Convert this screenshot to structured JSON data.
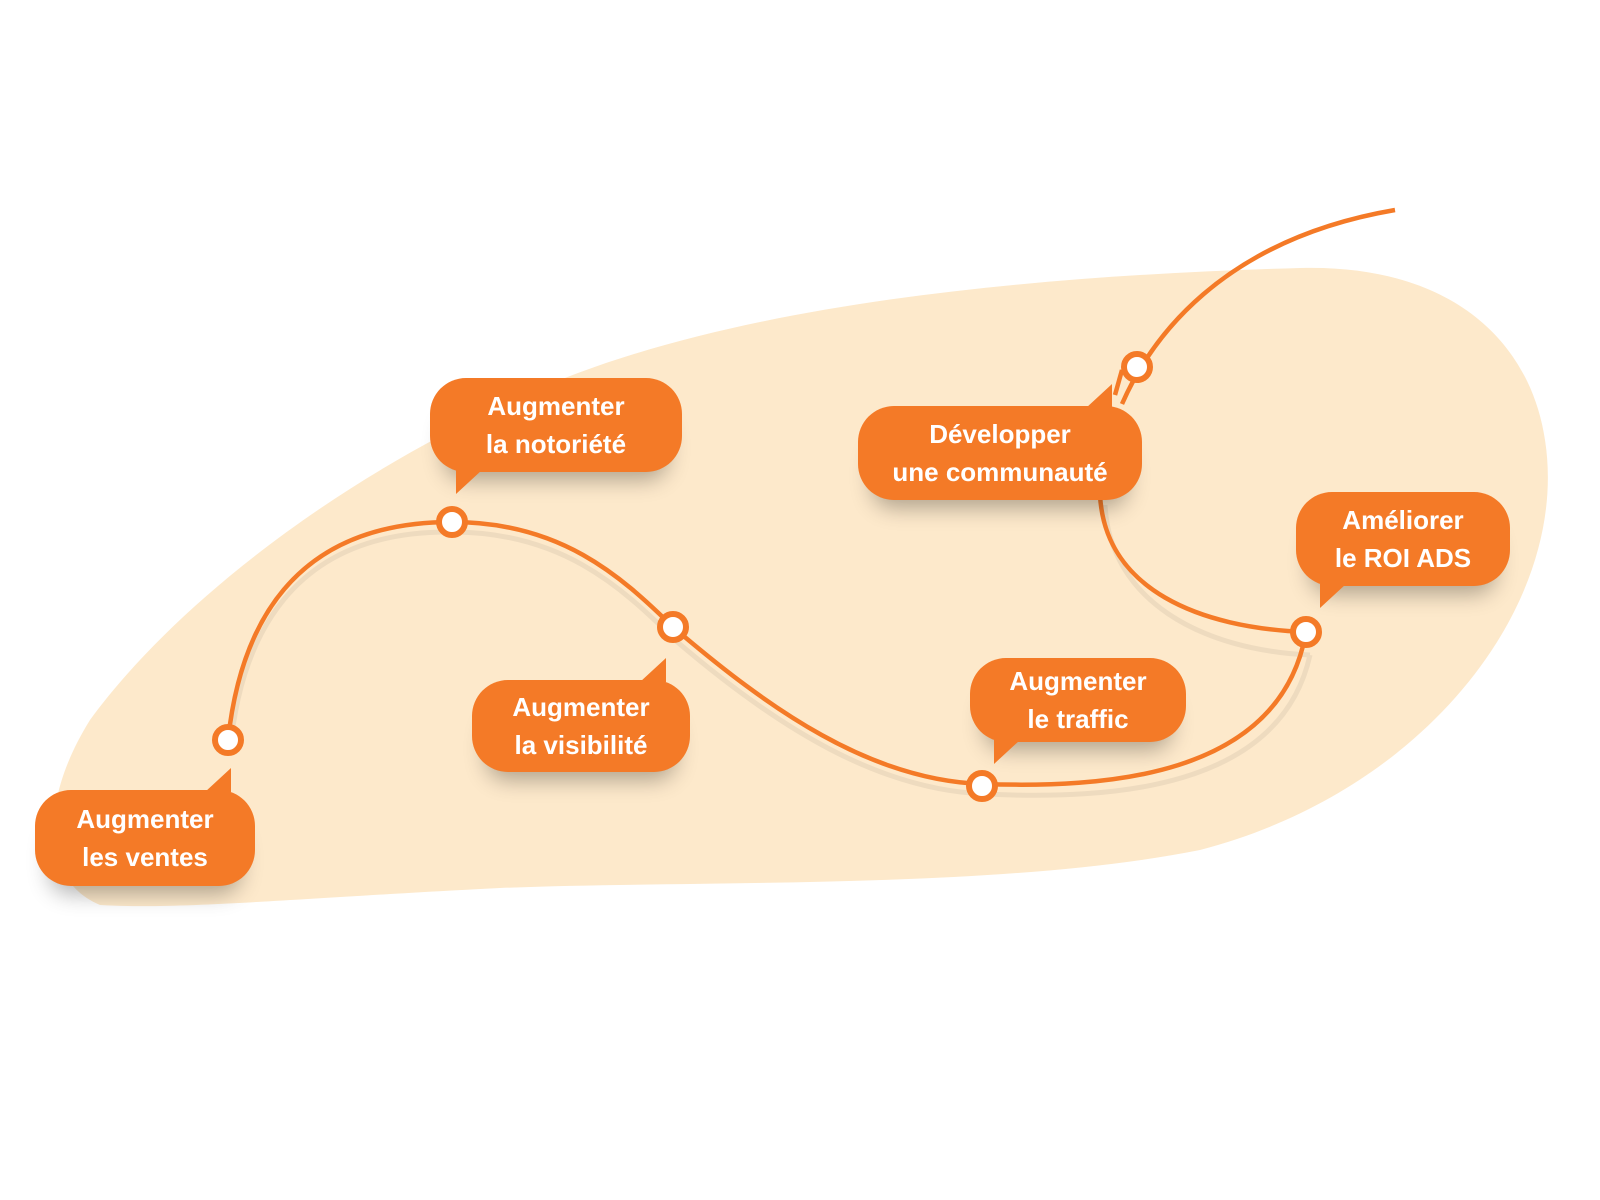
{
  "colors": {
    "accent": "#F47A27",
    "background_blob": "#FDE9CB",
    "node_fill": "#FFFFFF",
    "text": "#FFFFFF"
  },
  "milestones": [
    {
      "line1": "Augmenter",
      "line2": "les ventes"
    },
    {
      "line1": "Augmenter",
      "line2": "la notoriété"
    },
    {
      "line1": "Augmenter",
      "line2": "la visibilité"
    },
    {
      "line1": "Augmenter",
      "line2": "le traffic"
    },
    {
      "line1": "Améliorer",
      "line2": "le ROI ADS"
    },
    {
      "line1": "Développer",
      "line2": "une communauté"
    }
  ]
}
